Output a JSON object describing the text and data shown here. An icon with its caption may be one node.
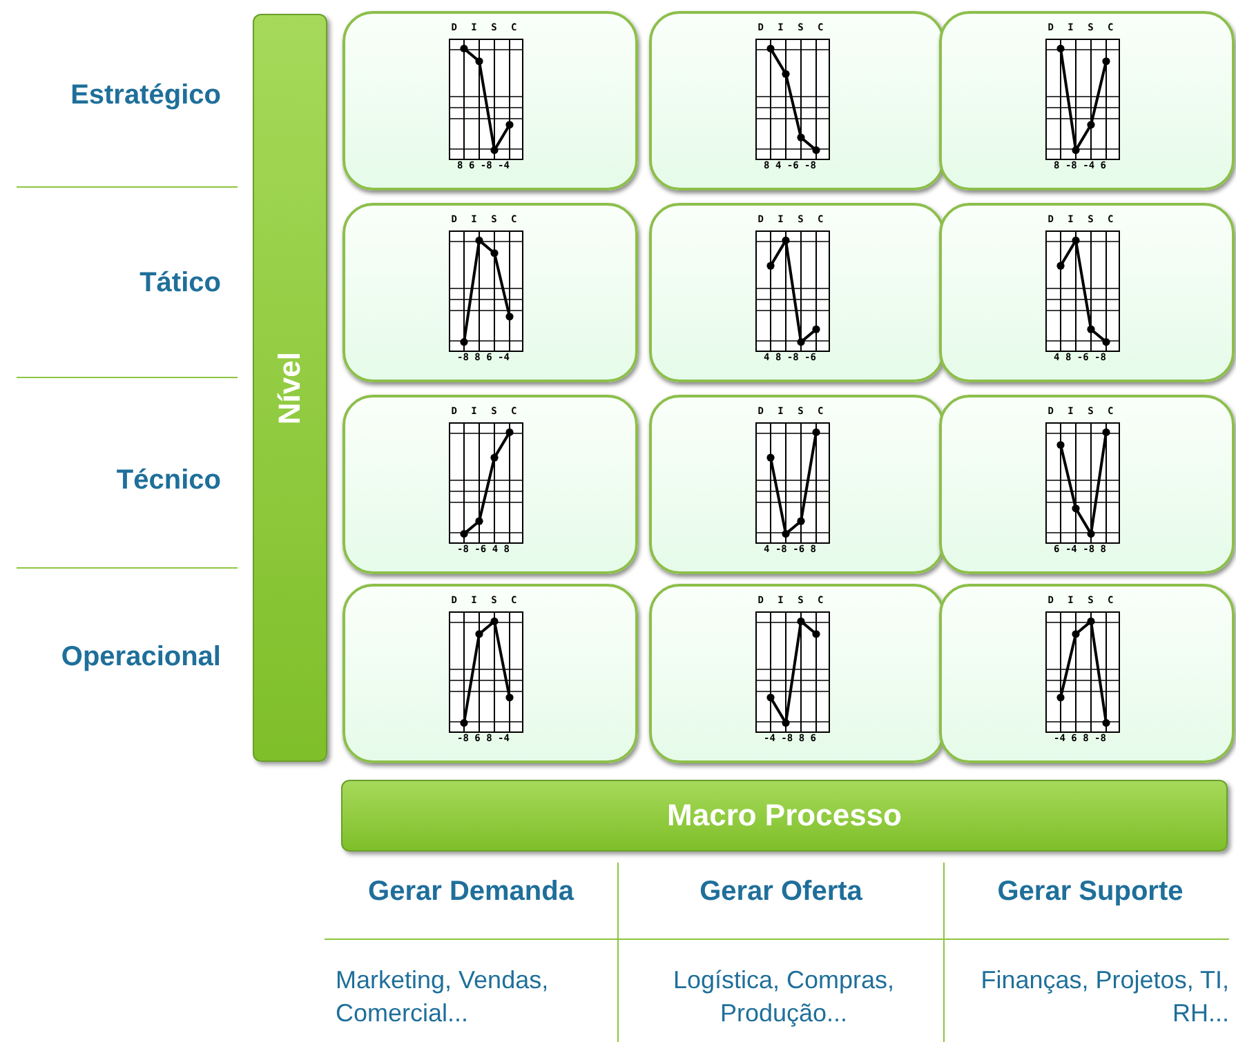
{
  "diagram": {
    "nodes": [
      {
        "text": [
          "Nível"
        ]
      },
      {
        "text": [
          "D I S C",
          "8 6 -8 -4"
        ]
      },
      {
        "text": [
          "D I S C",
          "8 4 -6 -8"
        ]
      },
      {
        "text": [
          "D I S C",
          "8 -8 -4 6"
        ]
      },
      {
        "text": [
          "D I S C",
          "-8 8 6 -4"
        ]
      },
      {
        "text": [
          "D I S C",
          "4 8 -8 -6"
        ]
      },
      {
        "text": [
          "D I S C",
          "4 8 -6 -8"
        ]
      },
      {
        "text": [
          "D I S C",
          "-8 -6 4 8"
        ]
      },
      {
        "text": [
          "D I S C",
          "4 -8 -6 8"
        ]
      },
      {
        "text": [
          "D I S C",
          "6 -4 -8 8"
        ]
      },
      {
        "text": [
          "D I S C",
          "-8 6 8 -4"
        ]
      },
      {
        "text": [
          "D I S C",
          "-4 -8 8 6"
        ]
      },
      {
        "text": [
          "D I S C",
          "-4 6 8 -8"
        ]
      },
      {
        "text": [
          "Macro Processo"
        ]
      }
    ],
    "edges": [],
    "labels": [
      "Estratégico",
      "Tático",
      "Técnico",
      "Operacional",
      "Gerar Demanda",
      "Gerar Oferta",
      "Gerar Suporte",
      "Marketing, Vendas, Comercial...",
      "Logística, Compras, Produção...",
      "Finanças, Projetos, TI, RH..."
    ]
  }
}
